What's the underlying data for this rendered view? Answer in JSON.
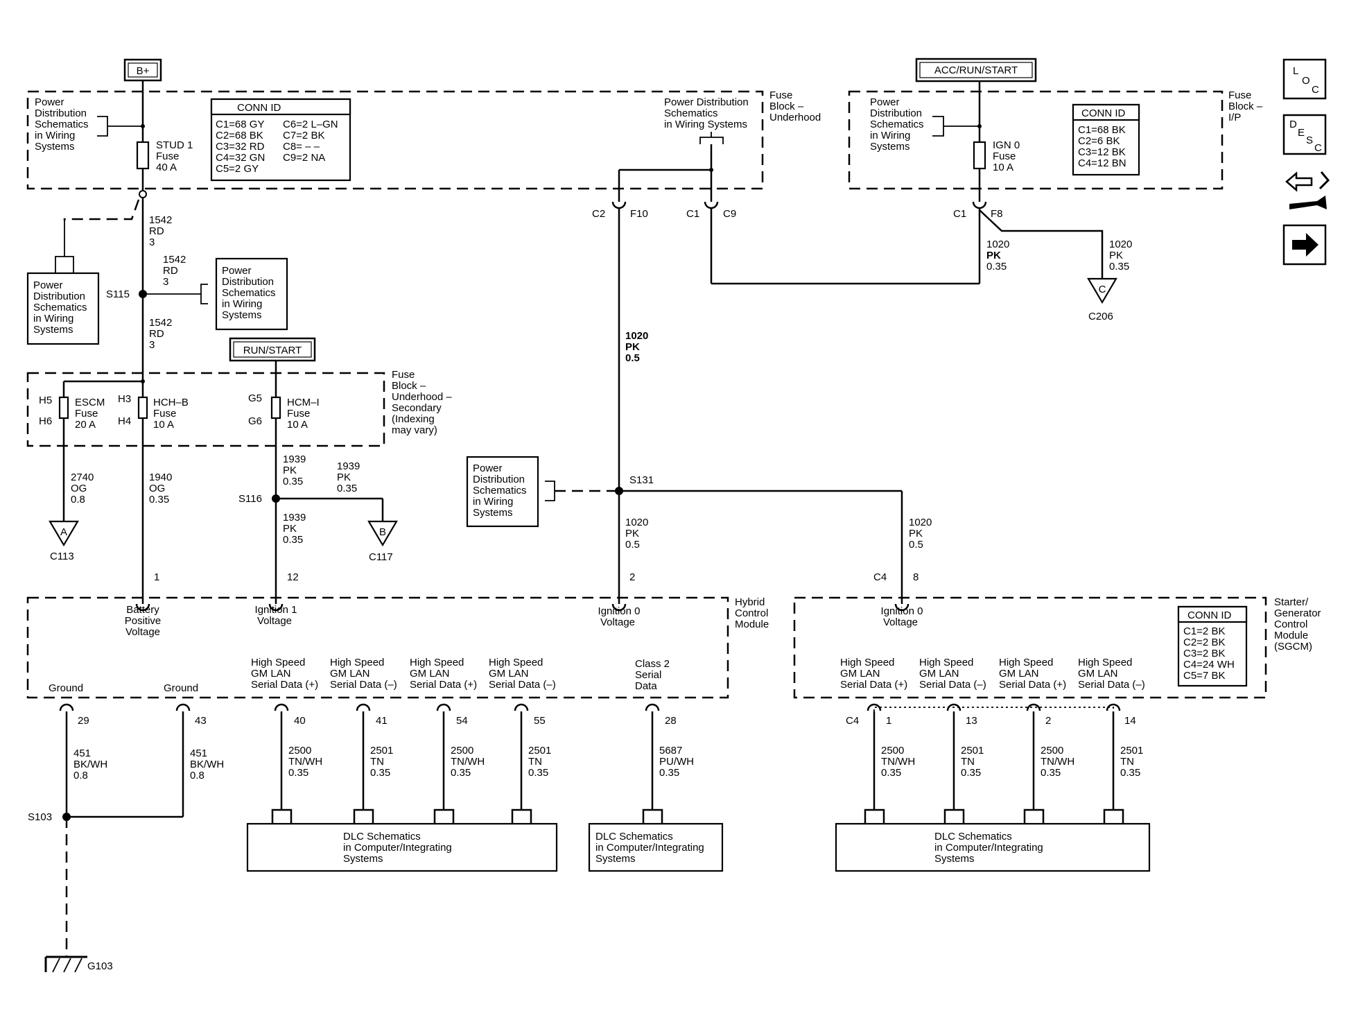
{
  "labels": {
    "b_plus": "B+",
    "acc_run_start": "ACC/RUN/START",
    "run_start": "RUN/START",
    "fuse_block_underhood": [
      "Fuse",
      "Block –",
      "Underhood"
    ],
    "fuse_block_ip": [
      "Fuse",
      "Block –",
      "I/P"
    ],
    "fuse_block_secondary": [
      "Fuse",
      "Block –",
      "Underhood –",
      "Secondary",
      "(Indexing",
      "may vary)"
    ],
    "hybrid_control_module": [
      "Hybrid",
      "Control",
      "Module"
    ],
    "sgcm": [
      "Starter/",
      "Generator",
      "Control",
      "Module",
      "(SGCM)"
    ]
  },
  "power_dist": {
    "lines": [
      "Power",
      "Distribution",
      "Schematics",
      "in Wiring",
      "Systems"
    ],
    "top_center_lines": [
      "Power Distribution",
      "Schematics",
      "in Wiring Systems"
    ]
  },
  "conn_id": {
    "title": "CONN ID",
    "underhood_col1": [
      "C1=68 GY",
      "C2=68 BK",
      "C3=32 RD",
      "C4=32 GN",
      "C5=2 GY"
    ],
    "underhood_col2": [
      "C6=2 L–GN",
      "C7=2 BK",
      "C8= – –",
      "C9=2 NA"
    ],
    "ip": [
      "C1=68 BK",
      "C2=6 BK",
      "C3=12 BK",
      "C4=12 BN"
    ],
    "sgcm": [
      "C1=2 BK",
      "C2=2 BK",
      "C3=2 BK",
      "C4=24 WH",
      "C5=7 BK"
    ]
  },
  "fuses": {
    "stud1": [
      "STUD 1",
      "Fuse",
      "40 A"
    ],
    "ign0": [
      "IGN 0",
      "Fuse",
      "10 A"
    ],
    "escm": [
      "ESCM",
      "Fuse",
      "20 A"
    ],
    "hchb": [
      "HCH–B",
      "Fuse",
      "10 A"
    ],
    "hcmi": [
      "HCM–I",
      "Fuse",
      "10 A"
    ]
  },
  "cavities": {
    "h5": "H5",
    "h6": "H6",
    "h3": "H3",
    "h4": "H4",
    "g5": "G5",
    "g6": "G6",
    "c2": "C2",
    "f10": "F10",
    "c1": "C1",
    "c9": "C9",
    "f8": "F8",
    "c4": "C4",
    "p1": "1",
    "p12": "12",
    "p2": "2",
    "p8": "8",
    "p29": "29",
    "p43": "43",
    "p40": "40",
    "p41": "41",
    "p54": "54",
    "p55": "55",
    "p28": "28",
    "s1": "1",
    "s13": "13",
    "s2": "2",
    "s14": "14"
  },
  "splices": {
    "s115": "S115",
    "s116": "S116",
    "s131": "S131",
    "s103": "S103"
  },
  "connectors": {
    "a": "A",
    "b": "B",
    "c": "C",
    "c113": "C113",
    "c117": "C117",
    "c206": "C206",
    "g103": "G103"
  },
  "wires": {
    "w1542": [
      "1542",
      "RD",
      "3"
    ],
    "w2740": [
      "2740",
      "OG",
      "0.8"
    ],
    "w1940": [
      "1940",
      "OG",
      "0.35"
    ],
    "w1939": [
      "1939",
      "PK",
      "0.35"
    ],
    "w1020a": [
      "1020",
      "PK",
      "0.5"
    ],
    "w1020b": [
      "1020",
      "PK",
      "0.35"
    ],
    "w451": [
      "451",
      "BK/WH",
      "0.8"
    ],
    "w2500": [
      "2500",
      "TN/WH",
      "0.35"
    ],
    "w2501": [
      "2501",
      "TN",
      "0.35"
    ],
    "w5687": [
      "5687",
      "PU/WH",
      "0.35"
    ]
  },
  "pins": {
    "battery": [
      "Battery",
      "Positive",
      "Voltage"
    ],
    "ign1": [
      "Ignition 1",
      "Voltage"
    ],
    "ign0": [
      "Ignition 0",
      "Voltage"
    ],
    "ground": "Ground",
    "hs_plus": [
      "High Speed",
      "GM LAN",
      "Serial Data (+)"
    ],
    "hs_minus": [
      "High Speed",
      "GM LAN",
      "Serial Data (–)"
    ],
    "class2": [
      "Class 2",
      "Serial",
      "Data"
    ]
  },
  "dlc": [
    "DLC Schematics",
    "in Computer/Integrating",
    "Systems"
  ],
  "nav_icons": [
    {
      "icon": "loc-icon",
      "letters": [
        "L",
        "O",
        "C"
      ]
    },
    {
      "icon": "desc-icon",
      "letters": [
        "D",
        "E",
        "S",
        "C"
      ]
    },
    {
      "icon": "wrench-arrows-icon"
    },
    {
      "icon": "arrow-right-icon"
    }
  ]
}
